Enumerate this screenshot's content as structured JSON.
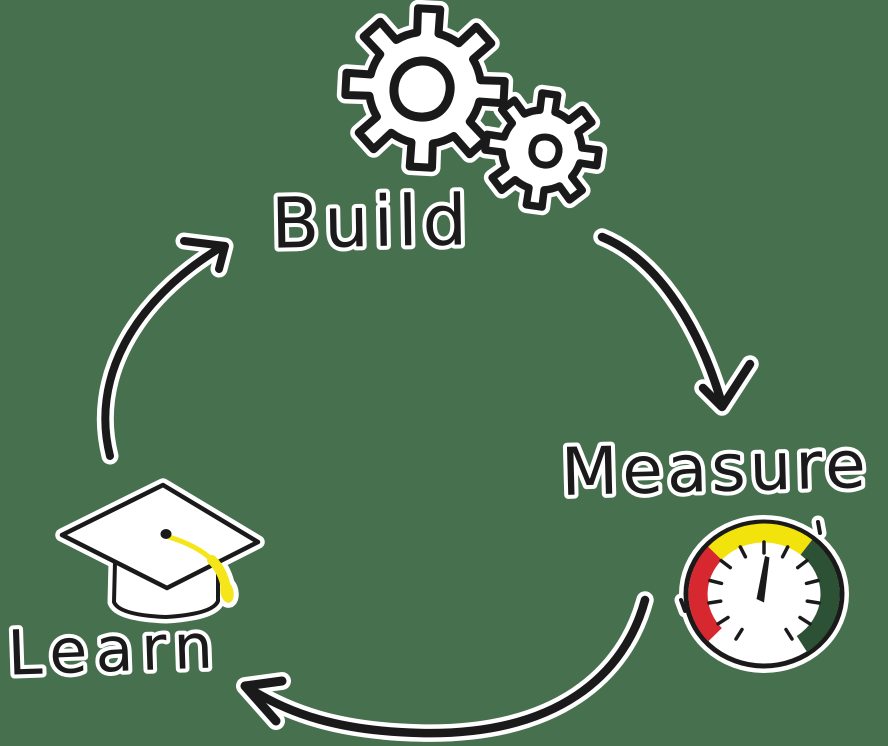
{
  "diagram": {
    "name": "build-measure-learn-loop",
    "background_color": "#47704e",
    "ink_color": "#1a1a1a",
    "paper_color": "#ffffff",
    "nodes": [
      {
        "id": "build",
        "label": "Build",
        "icon": "gears-icon"
      },
      {
        "id": "measure",
        "label": "Measure",
        "icon": "gauge-icon"
      },
      {
        "id": "learn",
        "label": "Learn",
        "icon": "graduation-cap-icon"
      }
    ],
    "edges": [
      {
        "from": "Build",
        "to": "Measure"
      },
      {
        "from": "Measure",
        "to": "Learn"
      },
      {
        "from": "Learn",
        "to": "Build"
      }
    ],
    "gauge": {
      "segment_colors": {
        "low": "#d7282f",
        "mid": "#f2e30c",
        "high": "#2d5134"
      },
      "tick_count": 13
    },
    "tassel_color": "#f5e61a"
  }
}
